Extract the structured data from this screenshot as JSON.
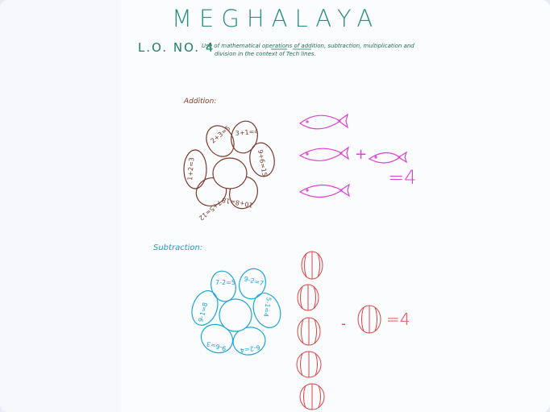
{
  "page": {
    "title": "MEGHALAYA",
    "lo_number": "L.O. NO. 4",
    "lo_text_line1": "Use of mathematical operations of addition, subtraction, multiplication and",
    "lo_text_line2": "division in the context of Tech lines."
  },
  "addition": {
    "label": "Addition:",
    "petals": [
      "2+3=5",
      "3+1=4",
      "9+6=15",
      "10+8=18",
      "7+5=12",
      "1+2=3"
    ],
    "plus_sign": "+",
    "result": "=4",
    "color": "#e03fd0",
    "flower_color": "#7a3a2c"
  },
  "subtraction": {
    "label": "Subtraction:",
    "petals": [
      "7-2=5",
      "9-2=7",
      "5-1=4",
      "6-2=4",
      "9-6=3",
      "9-1=8"
    ],
    "minus_sign": "-",
    "result": "=4",
    "color": "#e24141",
    "flower_color": "#1fa6d6"
  }
}
